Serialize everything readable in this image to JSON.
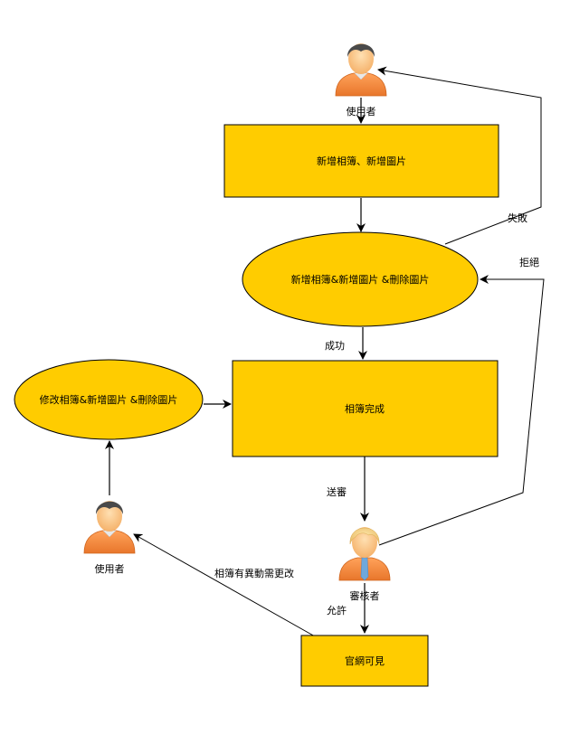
{
  "diagram": {
    "fill_color": "#FFCC00",
    "stroke_color": "#000000",
    "nodes": {
      "user_top": {
        "label": "使用者"
      },
      "add_box": {
        "label": "新增相簿、新增圖片"
      },
      "edit_ellipse_main": {
        "label": "新增相簿&新增圖片 &刪除圖片"
      },
      "album_done": {
        "label": "相簿完成"
      },
      "modify_ellipse": {
        "label": "修改相簿&新增圖片 &刪除圖片"
      },
      "user_left": {
        "label": "使用者"
      },
      "reviewer": {
        "label": "審核者"
      },
      "visible": {
        "label": "官網可見"
      }
    },
    "edges": {
      "fail": {
        "label": "失敗"
      },
      "reject": {
        "label": "拒絕"
      },
      "success": {
        "label": "成功"
      },
      "submit": {
        "label": "送審"
      },
      "allow": {
        "label": "允許"
      },
      "change": {
        "label": "相簿有異動需更改"
      }
    }
  }
}
